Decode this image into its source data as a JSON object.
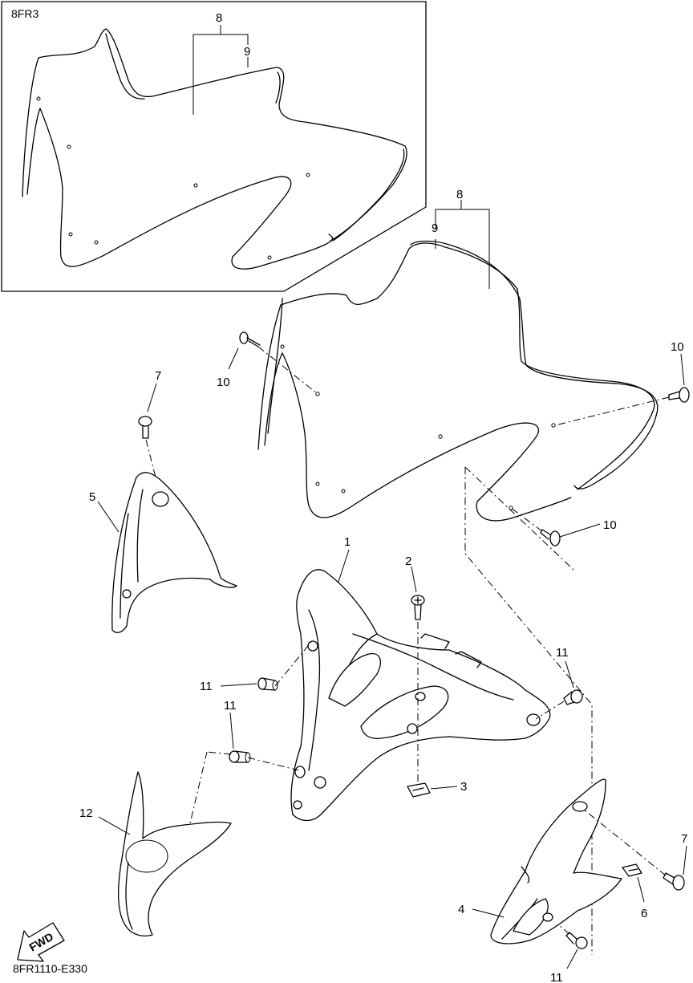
{
  "inset": {
    "code": "8FR3"
  },
  "callouts": {
    "p1": "1",
    "p2": "2",
    "p3": "3",
    "p4": "4",
    "p5": "5",
    "p6": "6",
    "p7": "7",
    "p8": "8",
    "p9": "9",
    "p10": "10",
    "p11": "11",
    "p12": "12"
  },
  "fwd_label": "FWD",
  "figure_code": "8FR1110-E330"
}
